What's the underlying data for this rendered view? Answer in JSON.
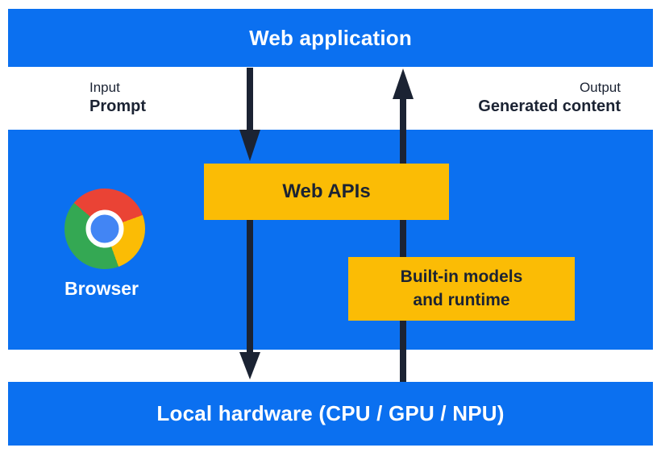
{
  "layers": {
    "web_application": {
      "label": "Web application"
    },
    "browser": {
      "label": "Browser"
    },
    "local_hardware": {
      "label": "Local hardware (CPU / GPU / NPU)"
    }
  },
  "boxes": {
    "web_apis": {
      "label": "Web APIs"
    },
    "builtin_models": {
      "lines": [
        "Built-in models",
        "and runtime"
      ]
    }
  },
  "annotations": {
    "input": {
      "title": "Input",
      "subtitle": "Prompt"
    },
    "output": {
      "title": "Output",
      "subtitle": "Generated content"
    }
  },
  "icons": {
    "chrome_logo": "chrome-browser-logo"
  },
  "arrows": {
    "down": "input-flow-arrow",
    "up": "output-flow-arrow"
  },
  "colors": {
    "layer_blue": "#0b70f0",
    "box_yellow": "#fbbc05",
    "arrow_dark": "#1b2333",
    "text_light": "#ffffff",
    "logo_red": "#ea4335",
    "logo_yellow": "#fbbc05",
    "logo_green": "#34a853",
    "logo_center_blue": "#4285f4"
  }
}
